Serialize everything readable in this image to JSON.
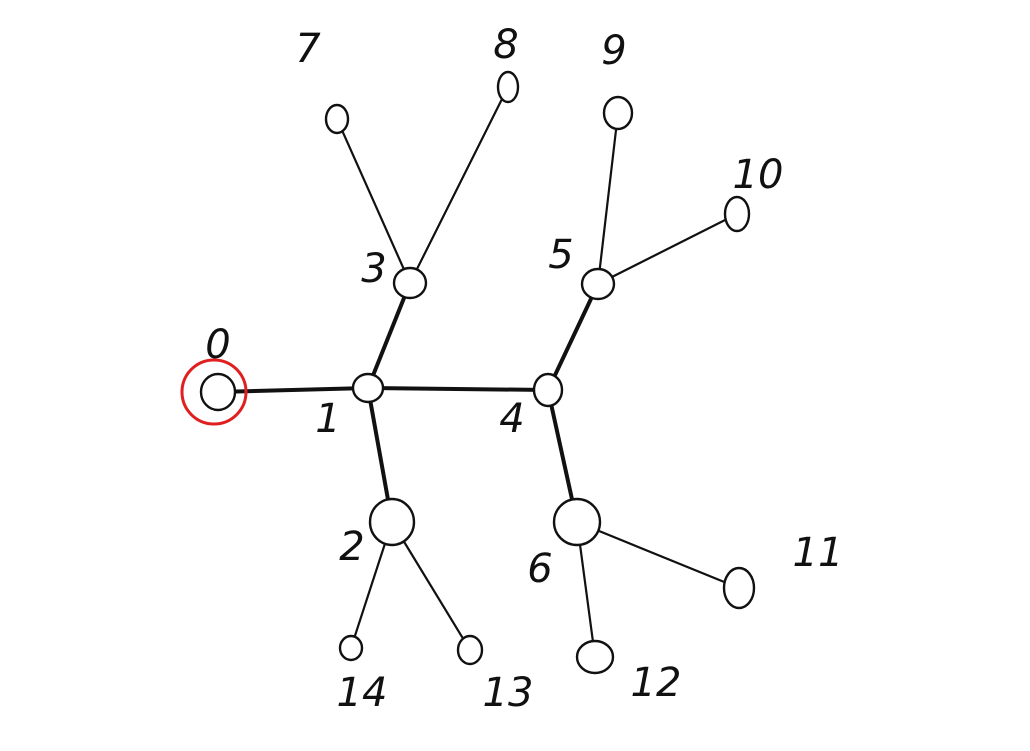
{
  "colors": {
    "ink": "#111111",
    "highlight": "#e02020",
    "background": "#ffffff"
  },
  "graph": {
    "highlighted_node": "0",
    "nodes": [
      {
        "id": "0",
        "label": "0"
      },
      {
        "id": "1",
        "label": "1"
      },
      {
        "id": "2",
        "label": "2"
      },
      {
        "id": "3",
        "label": "3"
      },
      {
        "id": "4",
        "label": "4"
      },
      {
        "id": "5",
        "label": "5"
      },
      {
        "id": "6",
        "label": "6"
      },
      {
        "id": "7",
        "label": "7"
      },
      {
        "id": "8",
        "label": "8"
      },
      {
        "id": "9",
        "label": "9"
      },
      {
        "id": "10",
        "label": "10"
      },
      {
        "id": "11",
        "label": "11"
      },
      {
        "id": "12",
        "label": "12"
      },
      {
        "id": "13",
        "label": "13"
      },
      {
        "id": "14",
        "label": "14"
      }
    ],
    "edges": [
      {
        "from": "0",
        "to": "1",
        "style": "thick"
      },
      {
        "from": "1",
        "to": "3",
        "style": "thick"
      },
      {
        "from": "1",
        "to": "4",
        "style": "thick"
      },
      {
        "from": "1",
        "to": "2",
        "style": "thick"
      },
      {
        "from": "3",
        "to": "7",
        "style": "thin"
      },
      {
        "from": "3",
        "to": "8",
        "style": "thin"
      },
      {
        "from": "4",
        "to": "5",
        "style": "thick"
      },
      {
        "from": "4",
        "to": "6",
        "style": "thick"
      },
      {
        "from": "5",
        "to": "9",
        "style": "thin"
      },
      {
        "from": "5",
        "to": "10",
        "style": "thin"
      },
      {
        "from": "6",
        "to": "11",
        "style": "thin"
      },
      {
        "from": "6",
        "to": "12",
        "style": "thin"
      },
      {
        "from": "2",
        "to": "14",
        "style": "thin"
      },
      {
        "from": "2",
        "to": "13",
        "style": "thin"
      }
    ]
  }
}
